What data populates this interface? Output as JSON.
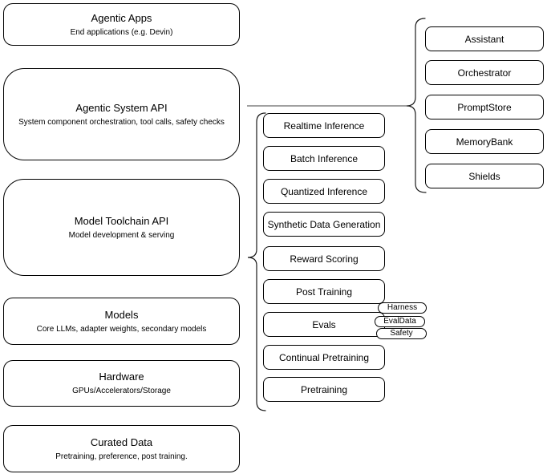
{
  "left_column": [
    {
      "title": "Agentic Apps",
      "subtitle": "End applications (e.g. Devin)"
    },
    {
      "title": "Agentic System API",
      "subtitle": "System component orchestration, tool calls, safety checks"
    },
    {
      "title": "Model Toolchain API",
      "subtitle": "Model development & serving"
    },
    {
      "title": "Models",
      "subtitle": "Core LLMs, adapter weights, secondary models"
    },
    {
      "title": "Hardware",
      "subtitle": "GPUs/Accelerators/Storage"
    },
    {
      "title": "Curated Data",
      "subtitle": "Pretraining, preference, post training."
    }
  ],
  "toolchain_services": [
    "Realtime Inference",
    "Batch Inference",
    "Quantized Inference",
    "Synthetic Data Generation",
    "Reward Scoring",
    "Post Training",
    "Evals",
    "Continual Pretraining",
    "Pretraining"
  ],
  "evals_components": [
    "Harness",
    "EvalData",
    "Safety"
  ],
  "system_components": [
    "Assistant",
    "Orchestrator",
    "PromptStore",
    "MemoryBank",
    "Shields"
  ],
  "colors": {
    "background": "#ffffff",
    "box_fill": "#ffffff",
    "box_stroke": "#000000",
    "text": "#000000",
    "connector": "#808080"
  }
}
